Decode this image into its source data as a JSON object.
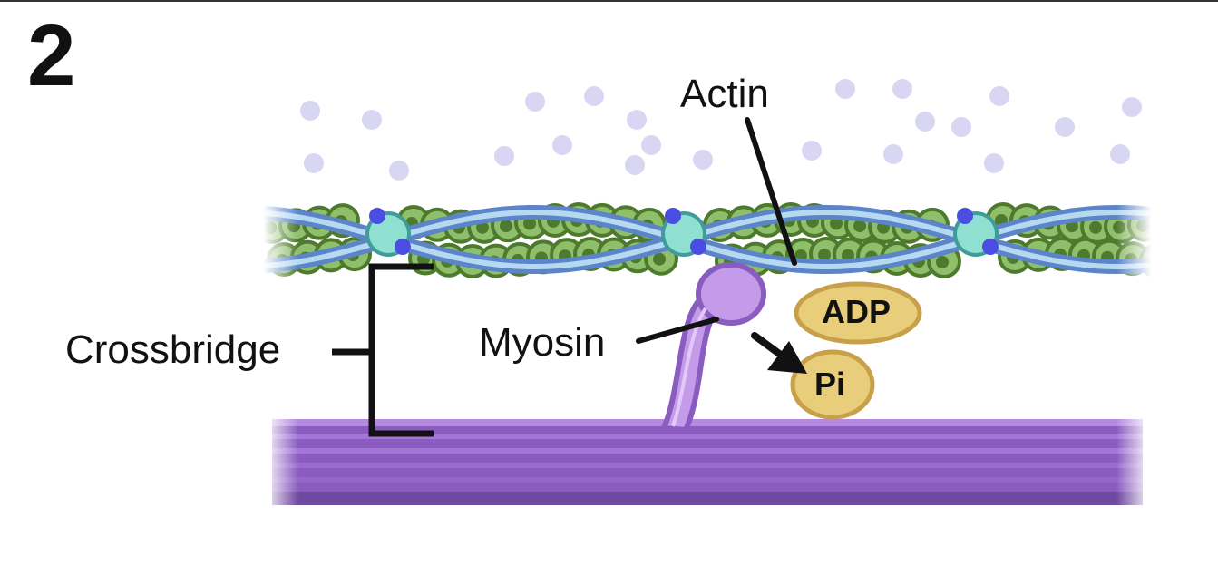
{
  "step_number": "2",
  "labels": {
    "actin": "Actin",
    "myosin": "Myosin",
    "crossbridge": "Crossbridge",
    "adp": "ADP",
    "pi": "Pi"
  },
  "colors": {
    "actin_green": "#8fbf6a",
    "actin_dark": "#4e7a2e",
    "strand_blue": "#5b84c9",
    "strand_light": "#b6d9f2",
    "myosin_purple": "#8a5cc0",
    "myosin_head": "#c49be8",
    "molecule_gold": "#e8ce7a",
    "dots_lavender": "#d8d6f2"
  }
}
